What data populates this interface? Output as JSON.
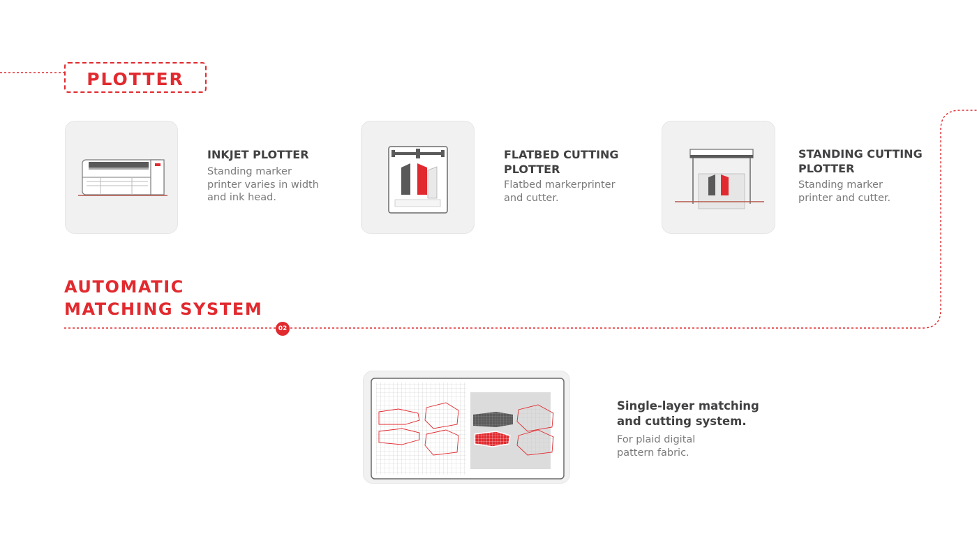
{
  "section": {
    "title": "PLOTTER"
  },
  "items": [
    {
      "title_lines": [
        "INKJET PLOTTER"
      ],
      "desc_lines": [
        "Standing marker",
        "printer varies in width",
        "and ink head."
      ]
    },
    {
      "title_lines": [
        "FLATBED CUTTING",
        "PLOTTER"
      ],
      "desc_lines": [
        "Flatbed markerprinter",
        "and cutter."
      ]
    },
    {
      "title_lines": [
        "STANDING CUTTING",
        "PLOTTER"
      ],
      "desc_lines": [
        "Standing marker",
        "printer and cutter."
      ]
    }
  ],
  "automatic": {
    "title_lines": [
      "AUTOMATIC",
      "MATCHING SYSTEM"
    ],
    "step": "02"
  },
  "matching": {
    "title_lines": [
      "Single-layer matching",
      "and cutting system."
    ],
    "desc_lines": [
      "For plaid digital",
      "pattern fabric."
    ]
  },
  "colors": {
    "accent": "#e12a2f",
    "text_dark": "#414042",
    "text_muted": "#7a7a7a",
    "card_bg": "#f1f1f2"
  },
  "icons": [
    "inkjet-plotter-icon",
    "flatbed-cutting-plotter-icon",
    "standing-cutting-plotter-icon",
    "matching-system-icon"
  ]
}
